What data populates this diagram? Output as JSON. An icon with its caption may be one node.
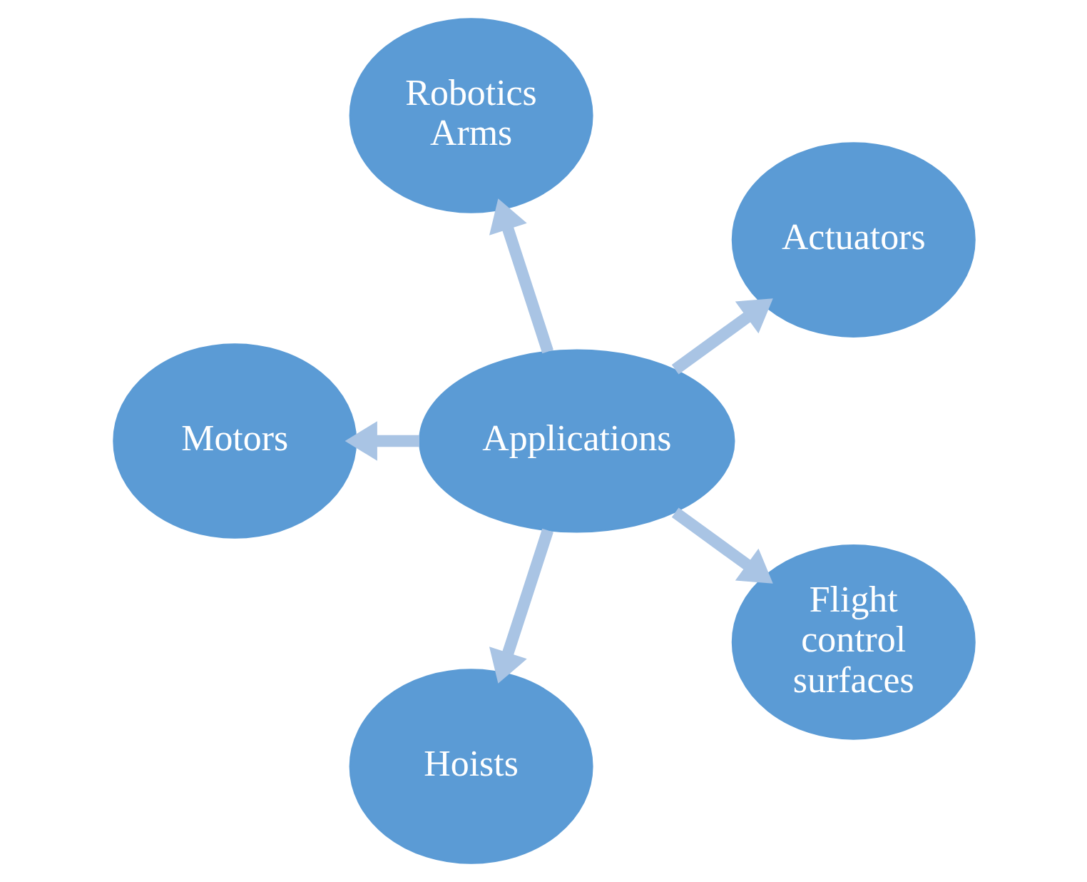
{
  "diagram": {
    "nodes": [
      {
        "text": [
          "Applications"
        ]
      },
      {
        "text": [
          "Actuators"
        ]
      },
      {
        "text": [
          "Robotics Arms"
        ]
      },
      {
        "text": [
          "Motors"
        ]
      },
      {
        "text": [
          "Hoists"
        ]
      },
      {
        "text": [
          "Flight control surfaces"
        ]
      }
    ],
    "edges": [
      {
        "from": 0,
        "to": 1,
        "arrow": "to"
      },
      {
        "from": 0,
        "to": 2,
        "arrow": "to"
      },
      {
        "from": 0,
        "to": 3,
        "arrow": "to"
      },
      {
        "from": 0,
        "to": 4,
        "arrow": "to"
      },
      {
        "from": 0,
        "to": 5,
        "arrow": "to"
      }
    ]
  }
}
